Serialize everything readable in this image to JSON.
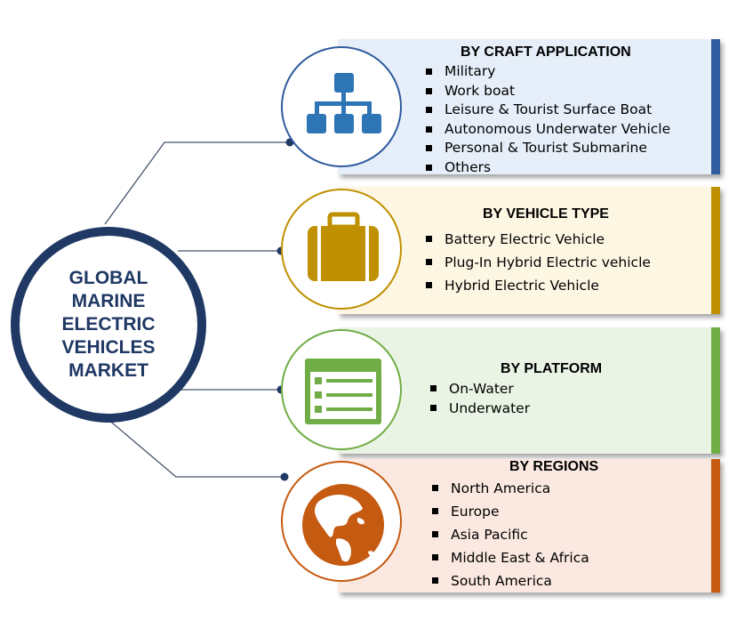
{
  "center": {
    "title": "GLOBAL MARINE ELECTRIC VEHICLES MARKET"
  },
  "segments": [
    {
      "title": "BY CRAFT APPLICATION",
      "icon": "hierarchy-chart-icon",
      "accent": "#2e75b6",
      "panel_bg": "#e6eef9",
      "items": [
        "Military",
        "Work boat",
        "Leisure & Tourist Surface Boat",
        "Autonomous Underwater Vehicle",
        "Personal & Tourist Submarine",
        "Others"
      ]
    },
    {
      "title": "BY VEHICLE TYPE",
      "icon": "briefcase-icon",
      "accent": "#bf9000",
      "panel_bg": "#fdf6e3",
      "items": [
        "Battery Electric Vehicle",
        "Plug-In Hybrid Electric vehicle",
        "Hybrid Electric Vehicle"
      ]
    },
    {
      "title": "BY PLATFORM",
      "icon": "list-window-icon",
      "accent": "#70ad47",
      "panel_bg": "#eaf4e4",
      "items": [
        "On-Water",
        "Underwater"
      ]
    },
    {
      "title": "BY REGIONS",
      "icon": "globe-icon",
      "accent": "#c55a11",
      "panel_bg": "#fbe9e1",
      "items": [
        "North America",
        "Europe",
        "Asia Pacific",
        "Middle East & Africa",
        "South America"
      ]
    }
  ],
  "colors": {
    "center_ring": "#1f3864",
    "connector": "#44546a",
    "card_right_border": "#2e5c9e"
  }
}
